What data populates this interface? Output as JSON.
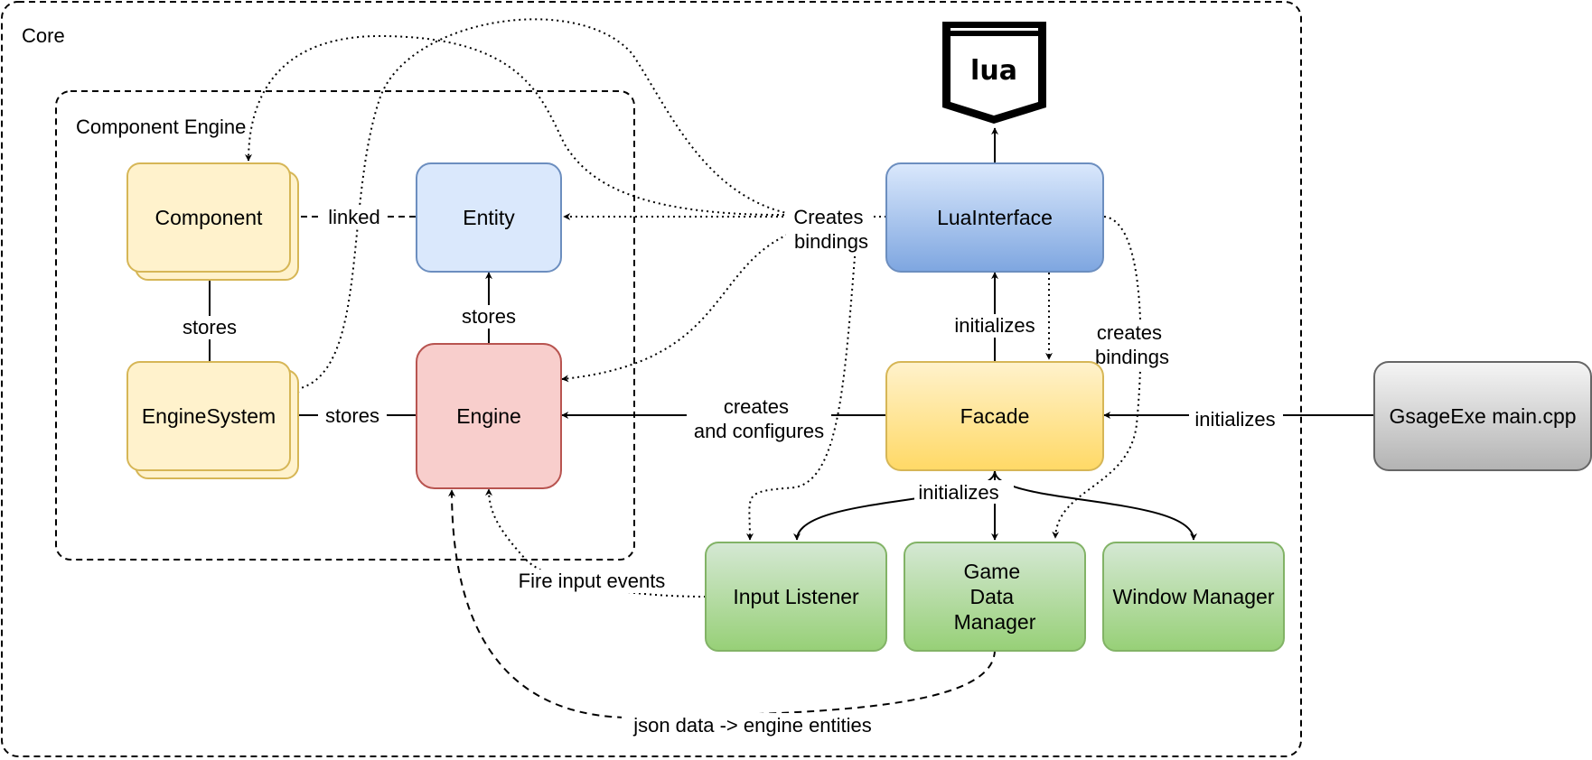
{
  "containers": {
    "core": "Core",
    "component_engine": "Component Engine"
  },
  "nodes": {
    "component": "Component",
    "entity": "Entity",
    "engine_system": "EngineSystem",
    "engine": "Engine",
    "lua_interface": "LuaInterface",
    "facade": "Facade",
    "gsage_exe": "GsageExe main.cpp",
    "input_listener": "Input Listener",
    "game_data_manager": [
      "Game",
      "Data",
      "Manager"
    ],
    "window_manager": "Window Manager",
    "lua_logo": "lua"
  },
  "edges": {
    "linked": "linked",
    "stores_component": "stores",
    "stores_entity": "stores",
    "stores_system": "stores",
    "creates_bindings_left": [
      "Creates",
      "bindings"
    ],
    "creates_bindings_right": [
      "creates",
      "bindings"
    ],
    "initializes_lua": "initializes",
    "creates_and_configures": [
      "creates",
      "and configures"
    ],
    "initializes_facade": "initializes",
    "initializes_subsystems": "initializes",
    "fire_input_events": "Fire input events",
    "json_data": "json data -> engine entities"
  },
  "colors": {
    "yellow_fill_top": "#fff2cc",
    "yellow_stroke": "#d6b656",
    "blue_fill": "#dae8fc",
    "blue_stroke": "#6c8ebf",
    "red_fill": "#f8cecc",
    "red_stroke": "#b85450",
    "lua_blue_top": "#dae8fc",
    "lua_blue_bottom": "#7ea6e0",
    "facade_top": "#fff2cc",
    "facade_bottom": "#ffd966",
    "gray_top": "#f5f5f5",
    "gray_bottom": "#b3b3b3",
    "green_top": "#d5e8d4",
    "green_bottom": "#97d077",
    "green_stroke": "#82b366"
  }
}
